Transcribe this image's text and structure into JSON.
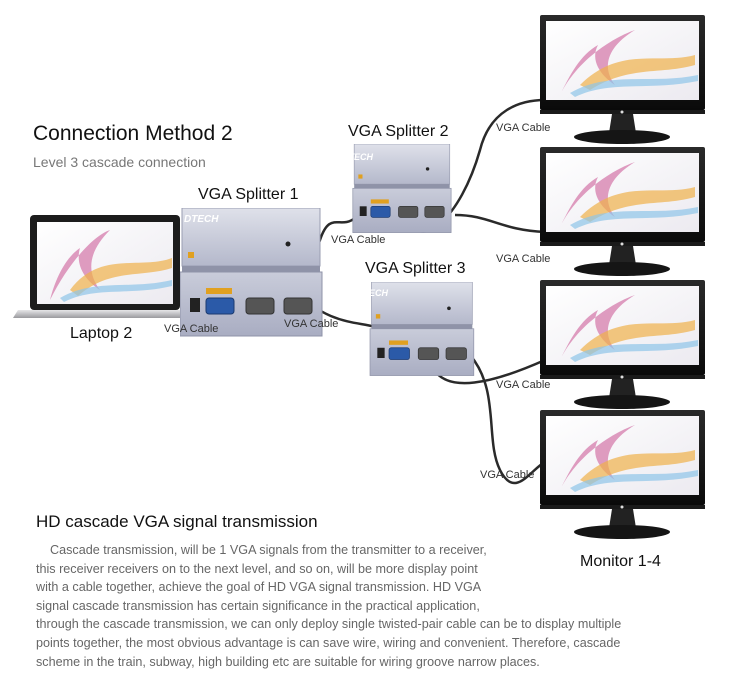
{
  "diagram": {
    "title": "Connection Method 2",
    "subtitle": "Level 3 cascade connection",
    "devices": {
      "laptop": "Laptop 2",
      "splitter1": "VGA Splitter 1",
      "splitter2": "VGA Splitter 2",
      "splitter3": "VGA Splitter 3",
      "monitors": "Monitor 1-4",
      "brand": "DTECH"
    },
    "cables": [
      "VGA Cable",
      "VGA Cable",
      "VGA Cable",
      "VGA Cable",
      "VGA Cable",
      "VGA Cable",
      "VGA Cable"
    ]
  },
  "article": {
    "heading": "HD cascade VGA signal transmission",
    "lines": [
      "Cascade transmission, will be 1 VGA signals from the transmitter to a receiver,",
      "this receiver receivers on to the next level, and so on, will be more display point",
      "with a cable together, achieve the goal of HD VGA signal transmission. HD VGA",
      "signal cascade transmission has certain significance in the practical application,",
      "through the cascade transmission, we can only deploy single twisted-pair cable can be to display multiple",
      "points together, the most obvious advantage is can save wire, wiring and convenient. Therefore, cascade",
      "scheme in the train, subway, high building etc are suitable for wiring groove narrow places."
    ]
  },
  "colors": {
    "splitter_body": "#b9bdd0",
    "splitter_top": "#d4d7e3",
    "port_label": "#e0a020",
    "vga_port": "#2b5aa8",
    "cable": "#2a2a2a",
    "screen_bg": "#f4f4f6"
  }
}
